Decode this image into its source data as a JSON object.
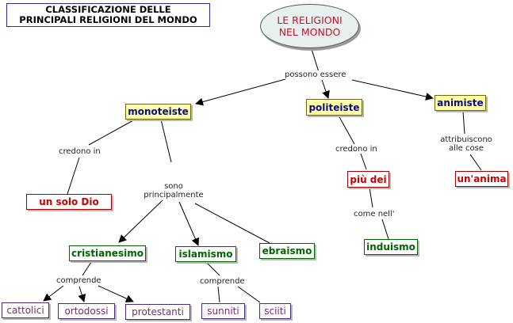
{
  "title": {
    "line1": "CLASSIFICAZIONE DELLE",
    "line2": "PRINCIPALI RELIGIONI DEL  MONDO"
  },
  "root": {
    "line1": "LE RELIGIONI",
    "line2": "NEL MONDO"
  },
  "links": {
    "possono_essere": "possono  essere",
    "credono_in_1": "credono in",
    "sono_line1": "sono",
    "sono_line2": "principalmente",
    "credono_in_2": "credono in",
    "come_nell": "come nell'",
    "attribuiscono_line1": "attribuiscono",
    "attribuiscono_line2": "alle cose",
    "comprende_1": "comprende",
    "comprende_2": "comprende"
  },
  "types": {
    "monoteiste": "monoteiste",
    "politeiste": "politeiste",
    "animiste": "animiste"
  },
  "beliefs": {
    "un_solo_dio": "un solo Dio",
    "piu_dei": "più dei",
    "un_anima": "un'anima"
  },
  "religions": {
    "cristianesimo": "cristianesimo",
    "islamismo": "islamismo",
    "ebraismo": "ebraismo",
    "induismo": "induismo"
  },
  "branches": {
    "cattolici": "cattolici",
    "ortodossi": "ortodossi",
    "protestanti": "protestanti",
    "sunniti": "sunniti",
    "sciiti": "sciiti"
  },
  "colors": {
    "edge": "#000000",
    "root_text": "#d0102a",
    "type_fill": "#ffffa8",
    "type_text": "#0a0a8a",
    "belief_text": "#cc0000",
    "religion_text": "#006400",
    "branch_text": "#7a2a6a"
  }
}
